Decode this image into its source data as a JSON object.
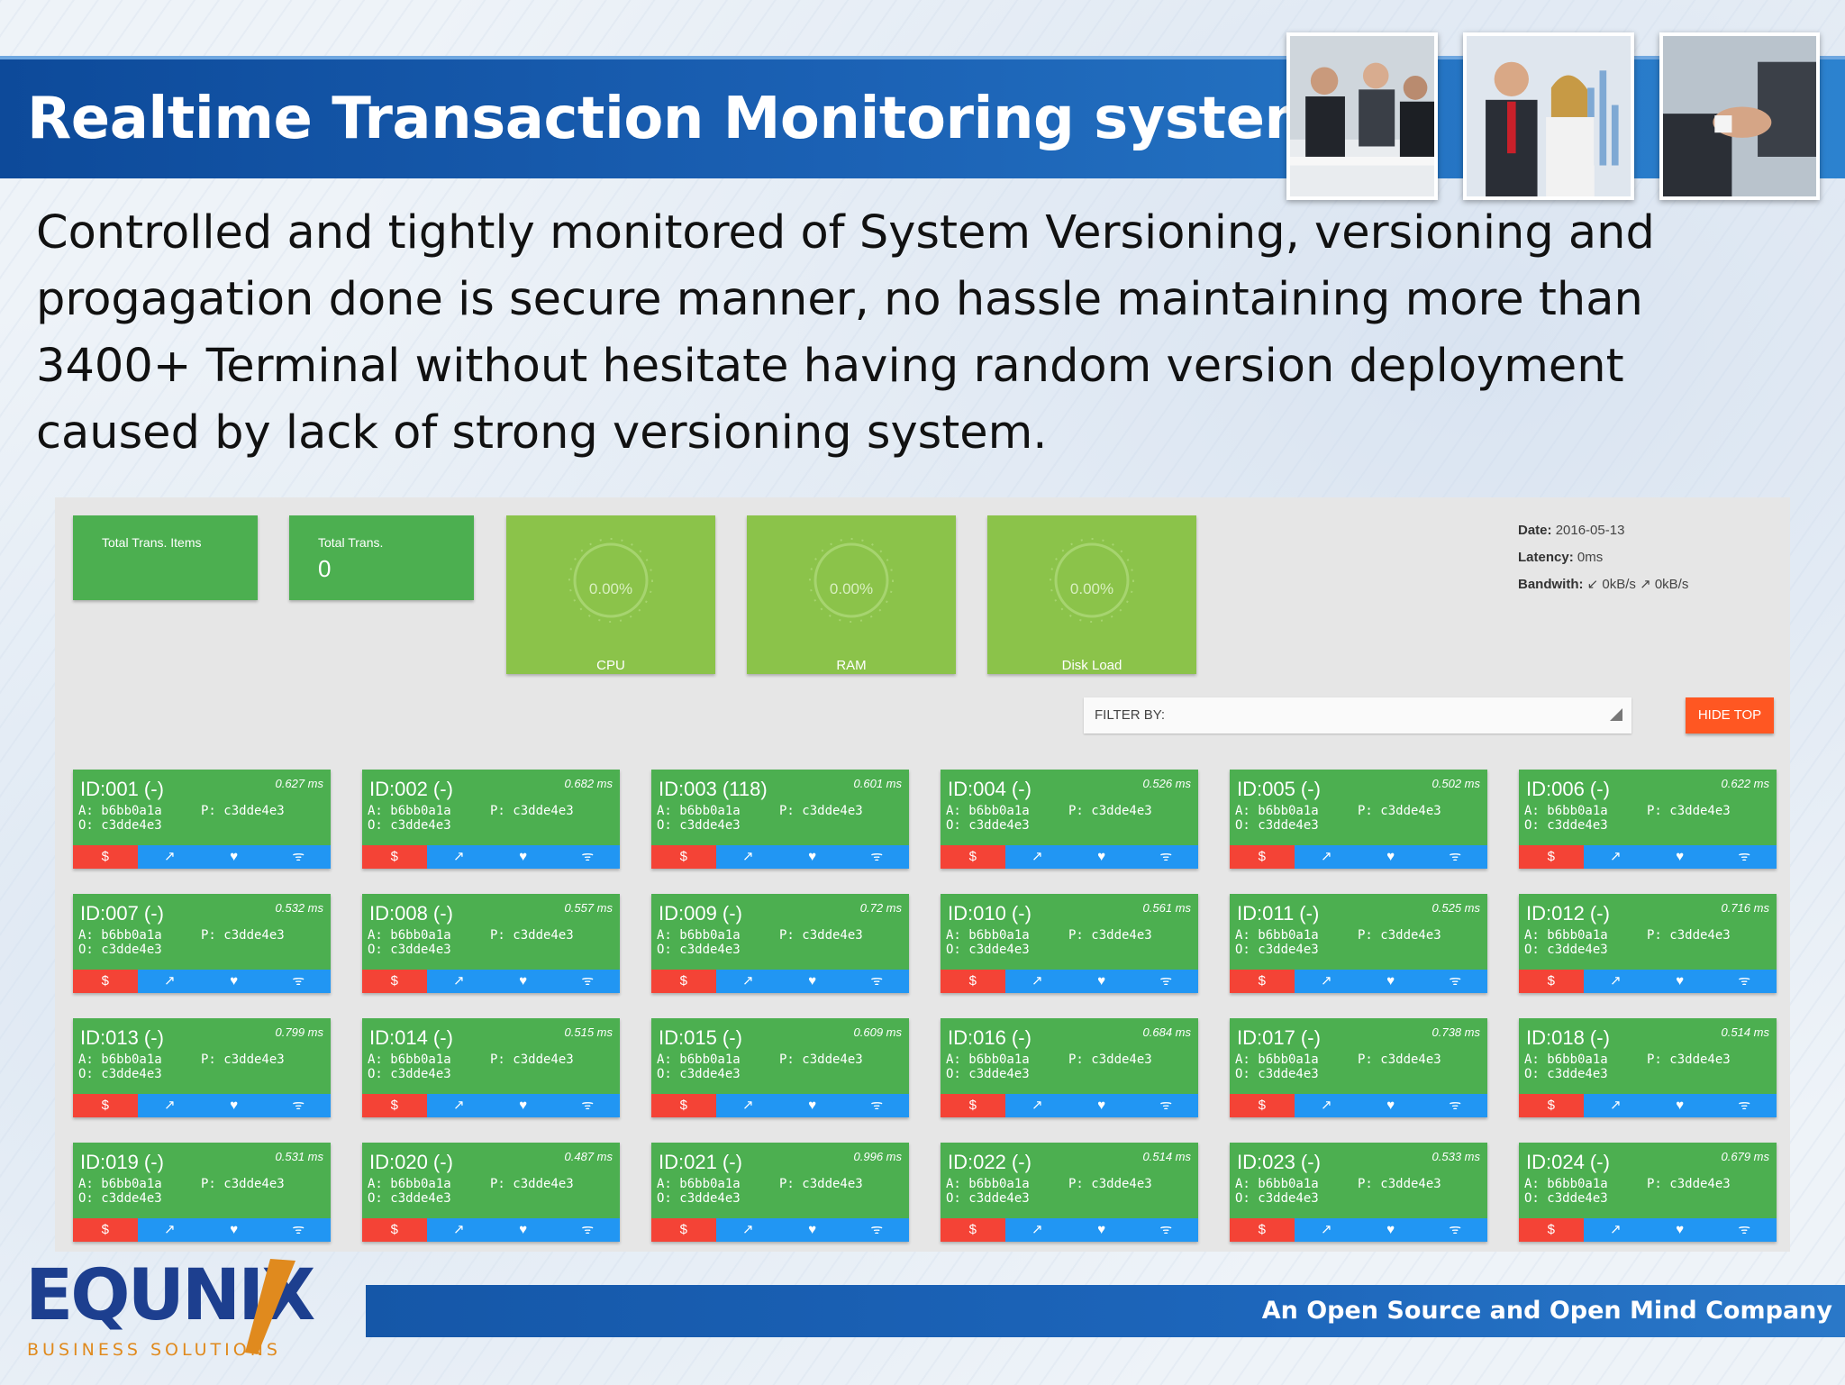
{
  "slide": {
    "title": "Realtime Transaction Monitoring system",
    "body": "Controlled and tightly monitored of System Versioning, versioning and progagation done is secure manner, no hassle maintaining more than 3400+ Terminal without hesitate having random version deployment caused by lack of strong versioning system."
  },
  "photos": [
    "business-meeting-photo",
    "smiling-team-photo",
    "handshake-photo"
  ],
  "dashboard": {
    "stats": [
      {
        "label": "Total Trans. Items",
        "value": ""
      },
      {
        "label": "Total Trans.",
        "value": "0"
      }
    ],
    "gauges": [
      {
        "label": "CPU",
        "value": "0.00%"
      },
      {
        "label": "RAM",
        "value": "0.00%"
      },
      {
        "label": "Disk Load",
        "value": "0.00%"
      }
    ],
    "info": {
      "date_label": "Date:",
      "date": "2016-05-13",
      "latency_label": "Latency:",
      "latency": "0ms",
      "bandwidth_label": "Bandwith:",
      "bandwidth": "↙ 0kB/s ↗ 0kB/s"
    },
    "filter_label": "FILTER BY:",
    "hide_top_label": "HIDE TOP",
    "tile_icons": {
      "money": "$",
      "arrow": "↗",
      "heart": "♥",
      "wifi": "ᯤ"
    },
    "tiles": [
      {
        "id": "ID:001 (-)",
        "ms": "0.627 ms",
        "a": "A: b6bb0a1a",
        "o": "O: c3dde4e3",
        "p": "P: c3dde4e3"
      },
      {
        "id": "ID:002 (-)",
        "ms": "0.682 ms",
        "a": "A: b6bb0a1a",
        "o": "O: c3dde4e3",
        "p": "P: c3dde4e3"
      },
      {
        "id": "ID:003 (118)",
        "ms": "0.601 ms",
        "a": "A: b6bb0a1a",
        "o": "O: c3dde4e3",
        "p": "P: c3dde4e3"
      },
      {
        "id": "ID:004 (-)",
        "ms": "0.526 ms",
        "a": "A: b6bb0a1a",
        "o": "O: c3dde4e3",
        "p": "P: c3dde4e3"
      },
      {
        "id": "ID:005 (-)",
        "ms": "0.502 ms",
        "a": "A: b6bb0a1a",
        "o": "O: c3dde4e3",
        "p": "P: c3dde4e3"
      },
      {
        "id": "ID:006 (-)",
        "ms": "0.622 ms",
        "a": "A: b6bb0a1a",
        "o": "O: c3dde4e3",
        "p": "P: c3dde4e3"
      },
      {
        "id": "ID:007 (-)",
        "ms": "0.532 ms",
        "a": "A: b6bb0a1a",
        "o": "O: c3dde4e3",
        "p": "P: c3dde4e3"
      },
      {
        "id": "ID:008 (-)",
        "ms": "0.557 ms",
        "a": "A: b6bb0a1a",
        "o": "O: c3dde4e3",
        "p": "P: c3dde4e3"
      },
      {
        "id": "ID:009 (-)",
        "ms": "0.72 ms",
        "a": "A: b6bb0a1a",
        "o": "O: c3dde4e3",
        "p": "P: c3dde4e3"
      },
      {
        "id": "ID:010 (-)",
        "ms": "0.561 ms",
        "a": "A: b6bb0a1a",
        "o": "O: c3dde4e3",
        "p": "P: c3dde4e3"
      },
      {
        "id": "ID:011 (-)",
        "ms": "0.525 ms",
        "a": "A: b6bb0a1a",
        "o": "O: c3dde4e3",
        "p": "P: c3dde4e3"
      },
      {
        "id": "ID:012 (-)",
        "ms": "0.716 ms",
        "a": "A: b6bb0a1a",
        "o": "O: c3dde4e3",
        "p": "P: c3dde4e3"
      },
      {
        "id": "ID:013 (-)",
        "ms": "0.799 ms",
        "a": "A: b6bb0a1a",
        "o": "O: c3dde4e3",
        "p": "P: c3dde4e3"
      },
      {
        "id": "ID:014 (-)",
        "ms": "0.515 ms",
        "a": "A: b6bb0a1a",
        "o": "O: c3dde4e3",
        "p": "P: c3dde4e3"
      },
      {
        "id": "ID:015 (-)",
        "ms": "0.609 ms",
        "a": "A: b6bb0a1a",
        "o": "O: c3dde4e3",
        "p": "P: c3dde4e3"
      },
      {
        "id": "ID:016 (-)",
        "ms": "0.684 ms",
        "a": "A: b6bb0a1a",
        "o": "O: c3dde4e3",
        "p": "P: c3dde4e3"
      },
      {
        "id": "ID:017 (-)",
        "ms": "0.738 ms",
        "a": "A: b6bb0a1a",
        "o": "O: c3dde4e3",
        "p": "P: c3dde4e3"
      },
      {
        "id": "ID:018 (-)",
        "ms": "0.514 ms",
        "a": "A: b6bb0a1a",
        "o": "O: c3dde4e3",
        "p": "P: c3dde4e3"
      },
      {
        "id": "ID:019 (-)",
        "ms": "0.531 ms",
        "a": "A: b6bb0a1a",
        "o": "O: c3dde4e3",
        "p": "P: c3dde4e3"
      },
      {
        "id": "ID:020 (-)",
        "ms": "0.487 ms",
        "a": "A: b6bb0a1a",
        "o": "O: c3dde4e3",
        "p": "P: c3dde4e3"
      },
      {
        "id": "ID:021 (-)",
        "ms": "0.996 ms",
        "a": "A: b6bb0a1a",
        "o": "O: c3dde4e3",
        "p": "P: c3dde4e3"
      },
      {
        "id": "ID:022 (-)",
        "ms": "0.514 ms",
        "a": "A: b6bb0a1a",
        "o": "O: c3dde4e3",
        "p": "P: c3dde4e3"
      },
      {
        "id": "ID:023 (-)",
        "ms": "0.533 ms",
        "a": "A: b6bb0a1a",
        "o": "O: c3dde4e3",
        "p": "P: c3dde4e3"
      },
      {
        "id": "ID:024 (-)",
        "ms": "0.679 ms",
        "a": "A: b6bb0a1a",
        "o": "O: c3dde4e3",
        "p": "P: c3dde4e3"
      }
    ]
  },
  "footer": {
    "logo_word": "EQUNIX",
    "logo_sub": "BUSINESS SOLUTIONS",
    "tagline": "An Open Source and Open Mind Company"
  },
  "colors": {
    "title_band": "#1b61b4",
    "tile_green": "#4caf50",
    "gauge_green": "#8bc34a",
    "money_red": "#f44336",
    "action_blue": "#2196f3",
    "hide_top_orange": "#ff5722",
    "logo_navy": "#1d3f8f",
    "logo_orange": "#e08a1e"
  }
}
